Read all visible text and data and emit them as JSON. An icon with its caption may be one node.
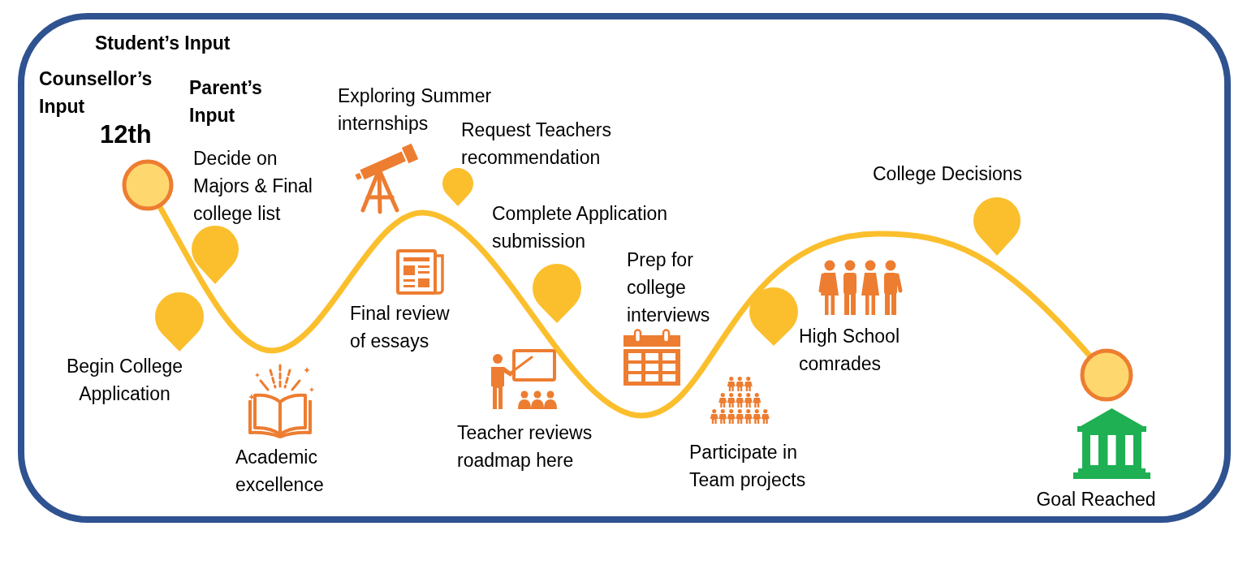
{
  "diagram": {
    "nodes": [
      {
        "text": [
          "12th"
        ]
      },
      {
        "text": [],
        "shape": "circle"
      }
    ],
    "edges": [
      {
        "from": 0,
        "to": 1,
        "arrow": "none"
      }
    ],
    "labels": [
      "Student’s Input",
      "Counsellor’s Input",
      "Parent’s Input",
      "Exploring Summer internships",
      "Request Teachers recommendation",
      "Decide on Majors & Final college list",
      "College Decisions",
      "Complete Application submission",
      "Prep for college interviews",
      "Final review of essays",
      "High School comrades",
      "Begin College Application",
      "Teacher reviews roadmap here",
      "Participate in Team projects",
      "Academic excellence",
      "Goal Reached"
    ]
  }
}
